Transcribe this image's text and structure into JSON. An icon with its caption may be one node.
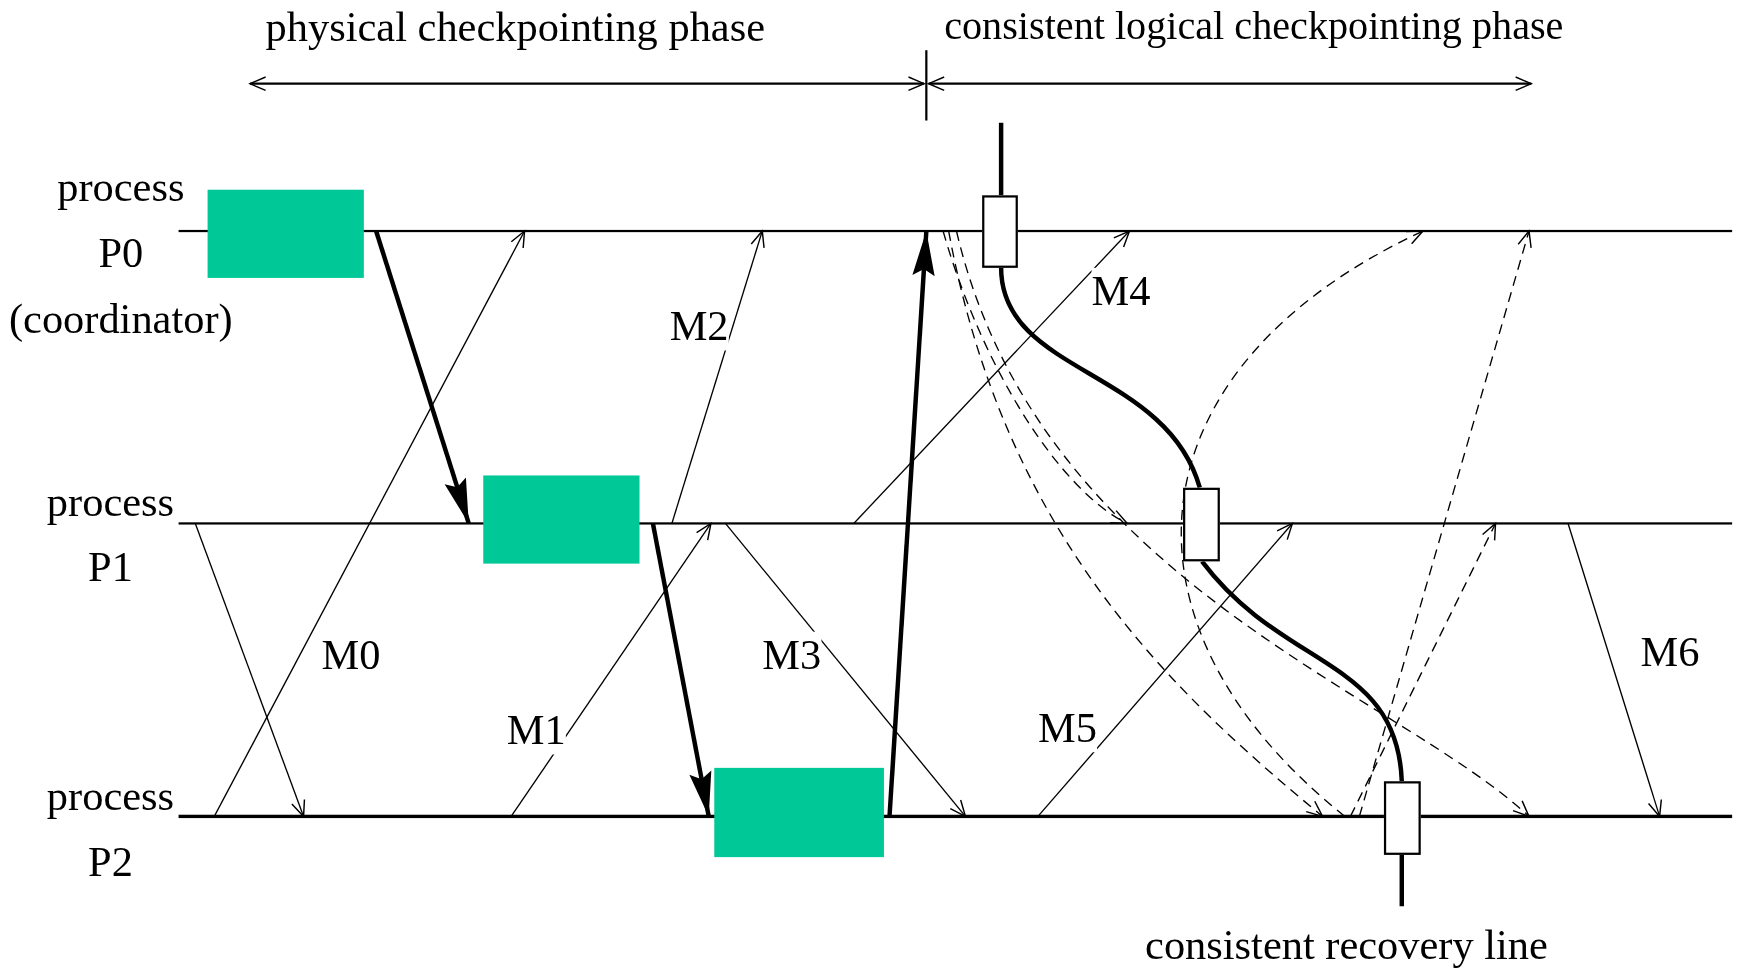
{
  "diagram": {
    "nodes": [
      {
        "text": [],
        "shape": "bar",
        "beside": [
          "process P0 (coordinator)"
        ]
      },
      {
        "text": [],
        "shape": "bar",
        "beside": [
          "process P1"
        ]
      },
      {
        "text": [],
        "shape": "bar",
        "beside": [
          "process P2"
        ]
      },
      {
        "text": [],
        "shape": "box"
      },
      {
        "text": [],
        "shape": "box"
      },
      {
        "text": [],
        "shape": "box"
      },
      {
        "text": [],
        "shape": "box"
      },
      {
        "text": [],
        "shape": "box"
      },
      {
        "text": [],
        "shape": "box"
      }
    ],
    "edges": [
      {
        "from": 1,
        "to": 2,
        "arrow": "to"
      },
      {
        "from": 2,
        "to": 0,
        "arrow": "to",
        "label": "M0"
      },
      {
        "from": 2,
        "to": 1,
        "arrow": "to",
        "label": "M1"
      },
      {
        "from": 1,
        "to": 0,
        "arrow": "to",
        "label": "M2"
      },
      {
        "from": 1,
        "to": 2,
        "arrow": "to",
        "label": "M3"
      },
      {
        "from": 1,
        "to": 0,
        "arrow": "to",
        "label": "M4"
      },
      {
        "from": 2,
        "to": 1,
        "arrow": "to",
        "label": "M5"
      },
      {
        "from": 1,
        "to": 2,
        "arrow": "to",
        "label": "M6"
      },
      {
        "from": 0,
        "to": 1,
        "arrow": "to",
        "style": "thick"
      },
      {
        "from": 1,
        "to": 2,
        "arrow": "to",
        "style": "thick"
      },
      {
        "from": 2,
        "to": 0,
        "arrow": "to",
        "style": "thick"
      },
      {
        "from": 0,
        "to": 1,
        "arrow": "to",
        "style": "dashed"
      },
      {
        "from": 0,
        "to": 2,
        "arrow": "to",
        "style": "dashed"
      },
      {
        "from": 0,
        "to": 2,
        "arrow": "to",
        "style": "dashed"
      },
      {
        "from": 2,
        "to": 0,
        "arrow": "to",
        "style": "dashed"
      },
      {
        "from": 2,
        "to": 1,
        "arrow": "to",
        "style": "dashed"
      },
      {
        "from": 2,
        "to": 0,
        "arrow": "to",
        "style": "dashed"
      },
      {
        "from": null,
        "to": 6,
        "arrow": "none",
        "style": "thick"
      },
      {
        "from": 6,
        "to": 7,
        "arrow": "none",
        "style": "thick"
      },
      {
        "from": 7,
        "to": 8,
        "arrow": "none",
        "style": "thick"
      },
      {
        "from": 8,
        "to": null,
        "arrow": "none",
        "style": "thick"
      }
    ],
    "labels": [
      "physical checkpointing phase",
      "consistent logical checkpointing phase",
      "consistent recovery line"
    ]
  }
}
